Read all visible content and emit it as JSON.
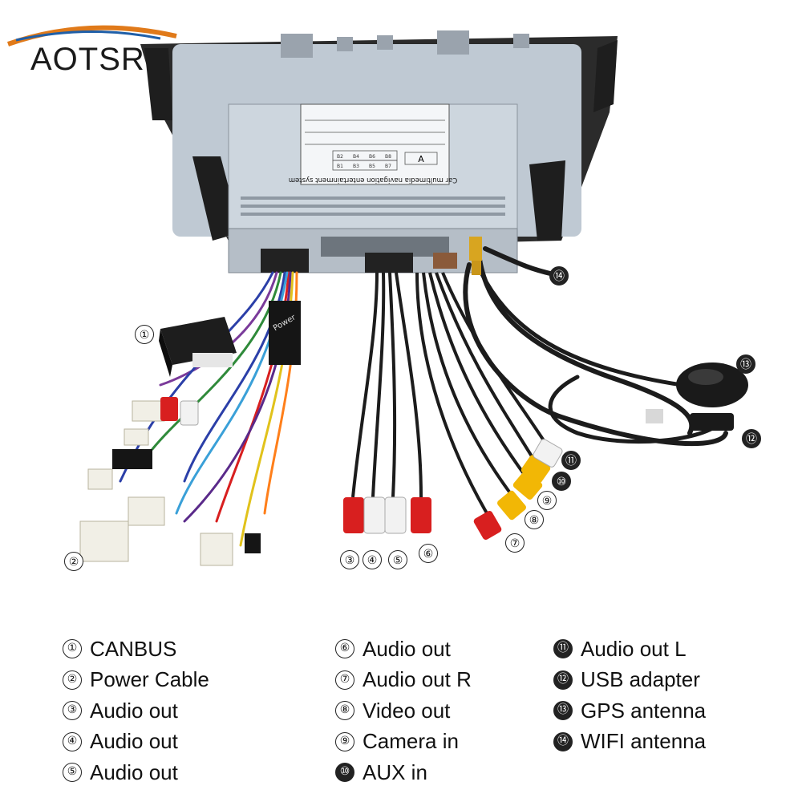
{
  "brand": "AOTSR",
  "panel": {
    "title": "Car multimedia navigation entertainment system",
    "connector_a": "A",
    "pins_top": [
      "B2",
      "B4",
      "B6",
      "B8"
    ],
    "pins_bottom": [
      "B1",
      "B3",
      "B5",
      "B7"
    ]
  },
  "harness_label": "Power",
  "callouts": [
    "①",
    "②",
    "③",
    "④",
    "⑤",
    "⑥",
    "⑦",
    "⑧",
    "⑨",
    "⑩",
    "⑪",
    "⑫",
    "⑬",
    "⑭"
  ],
  "legend": {
    "col1": [
      {
        "num": "①",
        "label": "CANBUS"
      },
      {
        "num": "②",
        "label": "Power Cable"
      },
      {
        "num": "③",
        "label": "Audio out"
      },
      {
        "num": "④",
        "label": "Audio out"
      },
      {
        "num": "⑤",
        "label": "Audio out"
      }
    ],
    "col2": [
      {
        "num": "⑥",
        "label": "Audio out"
      },
      {
        "num": "⑦",
        "label": "Audio out R"
      },
      {
        "num": "⑧",
        "label": "Video out"
      },
      {
        "num": "⑨",
        "label": "Camera in"
      },
      {
        "num": "⑩",
        "label": "AUX in"
      }
    ],
    "col3": [
      {
        "num": "⑪",
        "label": "Audio out L"
      },
      {
        "num": "⑫",
        "label": "USB adapter"
      },
      {
        "num": "⑬",
        "label": "GPS antenna"
      },
      {
        "num": "⑭",
        "label": "WIFI antenna"
      }
    ]
  },
  "colors": {
    "chassis": "#c9d3dc",
    "bezel": "#2b2b2b",
    "rca_red": "#d81f1f",
    "rca_white": "#f2f2f2",
    "rca_yellow": "#f2b705",
    "cable": "#1c1c1c"
  }
}
